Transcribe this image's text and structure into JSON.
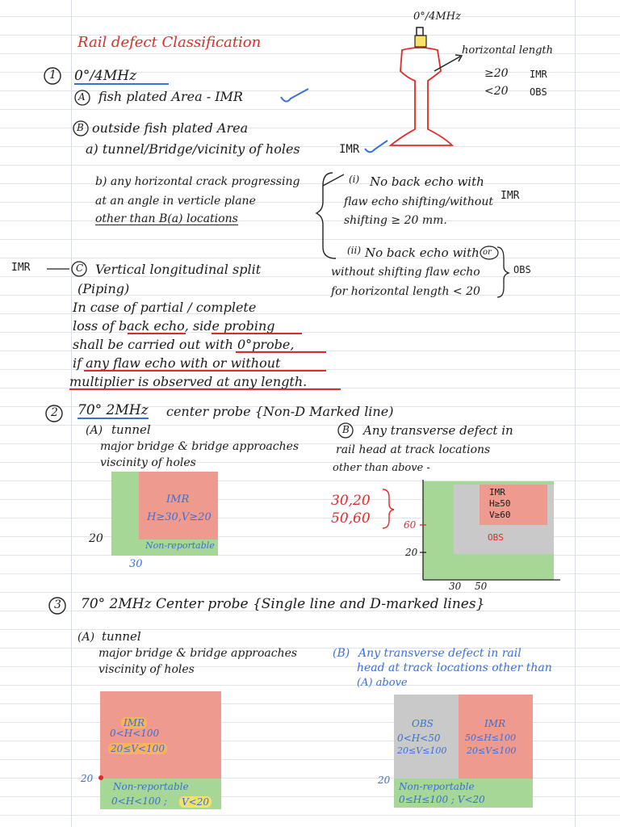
{
  "title": "Rail defect Classification",
  "rail_diagram": {
    "probe_label": "0°/4MHz",
    "arrow_label": "horizontal length",
    "rows": [
      {
        "cond": "≥20",
        "cls": "IMR"
      },
      {
        "cond": "<20",
        "cls": "OBS"
      }
    ]
  },
  "s1": {
    "num": "1",
    "heading": "0°/4MHz",
    "a_marker": "A",
    "a_text": "fish plated Area - IMR",
    "b_marker": "B",
    "b_text": "outside fish plated Area",
    "b_a": "a)  tunnel/Bridge/vicinity of holes",
    "b_a_cls": "IMR",
    "b_b_line1": "b) any horizontal crack progressing",
    "b_b_line2": "at an angle in verticle plane",
    "b_b_line3": "other than B(a) locations",
    "opt1_marker": "(i)",
    "opt1_line1": "No back echo with",
    "opt1_line2": "flaw echo shifting/without",
    "opt1_line3": "shifting ≥ 20 mm.",
    "opt1_cls": "IMR",
    "opt2_marker": "(ii)",
    "opt2_line1": "No back echo with",
    "opt2_or": "or",
    "opt2_line2": "without shifting flaw echo",
    "opt2_line3": "for horizontal length < 20",
    "opt2_cls": "OBS",
    "c_side": "IMR",
    "c_marker": "C",
    "c_line1": "Vertical longitudinal split",
    "c_line2": "(Piping)",
    "c_line3": "In case of partial / complete",
    "c_line4": "loss of back echo, side probing",
    "c_line5": "shall be carried out with 0°probe,",
    "c_line6": "if any flaw echo with or without",
    "c_line7": "multiplier is observed at any length."
  },
  "s2": {
    "num": "2",
    "heading_probe": "70° 2MHz",
    "heading_rest": "center probe {Non-D Marked line)",
    "a_marker": "(A)",
    "a_line1": "tunnel",
    "a_line2": "major bridge & bridge approaches",
    "a_line3": "viscinity of holes",
    "a_box_imr": "IMR",
    "a_box_cond": "H≥30,V≥20",
    "a_box_nonrep": "Non-reportable",
    "a_tick_y": "20",
    "a_tick_x": "30",
    "b_marker": "B",
    "b_line1": "Any transverse defect in",
    "b_line2": "rail head at track locations",
    "b_line3": "other than above -",
    "b_pairs": [
      "30,20",
      "50,60"
    ],
    "b_box_imr": "IMR",
    "b_box_h": "H≥50",
    "b_box_v": "V≥60",
    "b_box_obs": "OBS",
    "b_tick_y60": "60",
    "b_tick_y20": "20",
    "b_tick_x30": "30",
    "b_tick_x50": "50"
  },
  "s3": {
    "num": "3",
    "heading": "70° 2MHz Center probe {Single line and D-marked lines}",
    "a_marker": "(A)",
    "a_line1": "tunnel",
    "a_line2": "major bridge & bridge approaches",
    "a_line3": "viscinity of holes",
    "a_box_imr": "IMR",
    "a_box_h": "0<H<100",
    "a_box_v": "20≤V<100",
    "a_box_nonrep": "Non-reportable",
    "a_box_bottom_h": "0<H<100 ;",
    "a_box_bottom_v": "V<20",
    "a_tick": "20",
    "b_marker": "(B)",
    "b_line1": "Any transverse defect in rail",
    "b_line2": "head at track locations other than",
    "b_line3": "(A) above",
    "b_obs": "OBS",
    "b_obs_h": "0<H<50",
    "b_obs_v": "20≤V≤100",
    "b_imr": "IMR",
    "b_imr_h": "50≤H≤100",
    "b_imr_v": "20≤V≤100",
    "b_nonrep": "Non-reportable",
    "b_bottom": "0≤H≤100 ; V<20",
    "b_tick": "20"
  }
}
